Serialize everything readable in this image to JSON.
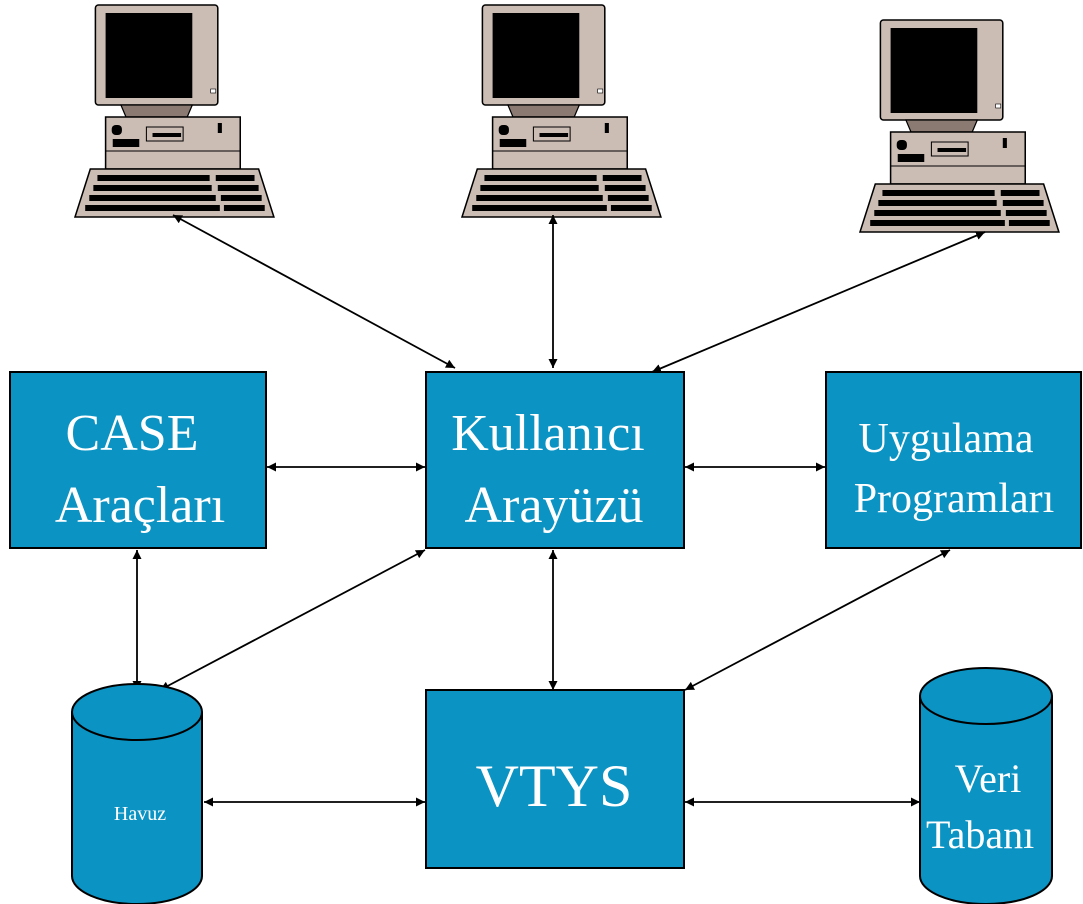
{
  "colors": {
    "box_fill": "#0a93c3",
    "box_stroke": "#000000",
    "arrow": "#000000",
    "monitor_case": "#cbbcb4",
    "screen": "#000000",
    "keyboard_keys": "#000000"
  },
  "icons": [
    "computer-icon",
    "computer-icon",
    "computer-icon",
    "database-cylinder-icon",
    "database-cylinder-icon"
  ],
  "boxes": {
    "case_tools": {
      "line1": "CASE",
      "line2": "Araçları"
    },
    "user_interface": {
      "line1": "Kullanıcı",
      "line2": "Arayüzü"
    },
    "applications": {
      "line1": "Uygulama",
      "line2": "Programları"
    },
    "dbms": {
      "line1": "VTYS"
    }
  },
  "cylinders": {
    "repository": {
      "label": "Havuz"
    },
    "database": {
      "line1": "Veri",
      "line2": "Tabanı"
    }
  }
}
